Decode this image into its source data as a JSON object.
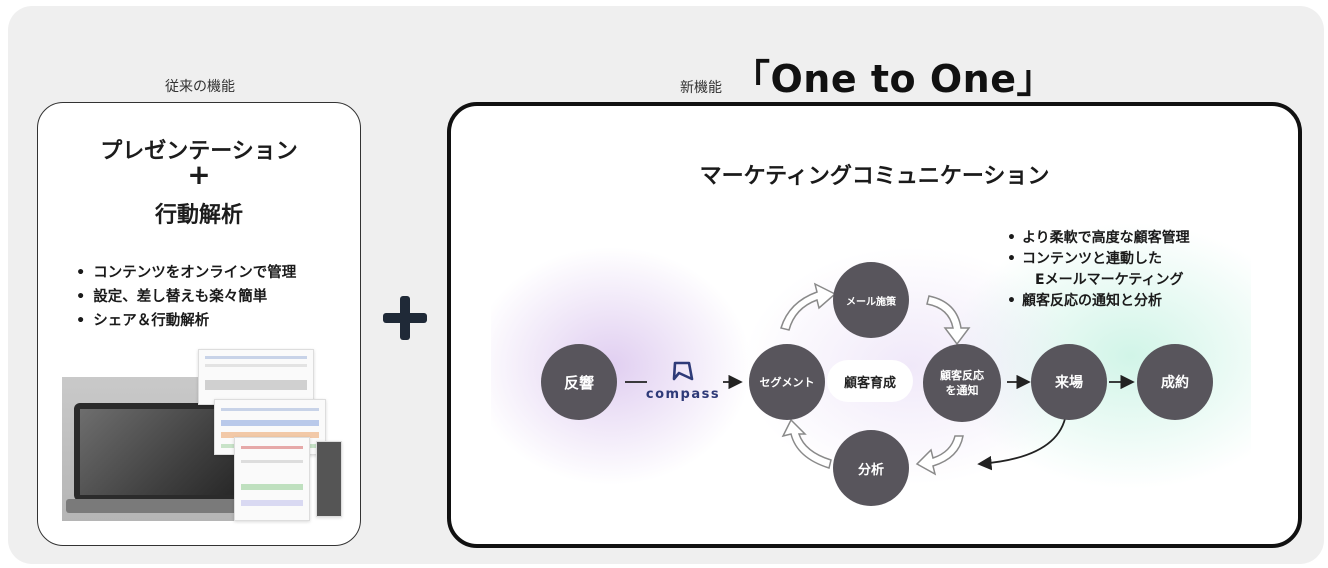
{
  "old": {
    "label": "従来の機能",
    "title_line1": "プレゼンテーション",
    "title_plus": "+",
    "title_line2": "行動解析",
    "bullets": [
      "コンテンツをオンラインで管理",
      "設定、差し替えも楽々簡単",
      "シェア＆行動解析"
    ]
  },
  "new": {
    "label_small": "新機能",
    "label_big": "「One to One」",
    "title": "マーケティングコミュニケーション",
    "bullets": [
      "より柔軟で高度な顧客管理",
      "コンテンツと連動した",
      "Eメールマーケティング",
      "顧客反応の通知と分析"
    ],
    "diagram": {
      "hankyo": "反響",
      "logo_text": "compass",
      "segment": "セグメント",
      "center": "顧客育成",
      "mail": "メール施策",
      "notify_line1": "顧客反応",
      "notify_line2": "を通知",
      "analysis": "分析",
      "visit": "来場",
      "contract": "成約"
    }
  },
  "colors": {
    "node": "#58555c",
    "border": "#111111",
    "logo": "#2e3a78"
  }
}
